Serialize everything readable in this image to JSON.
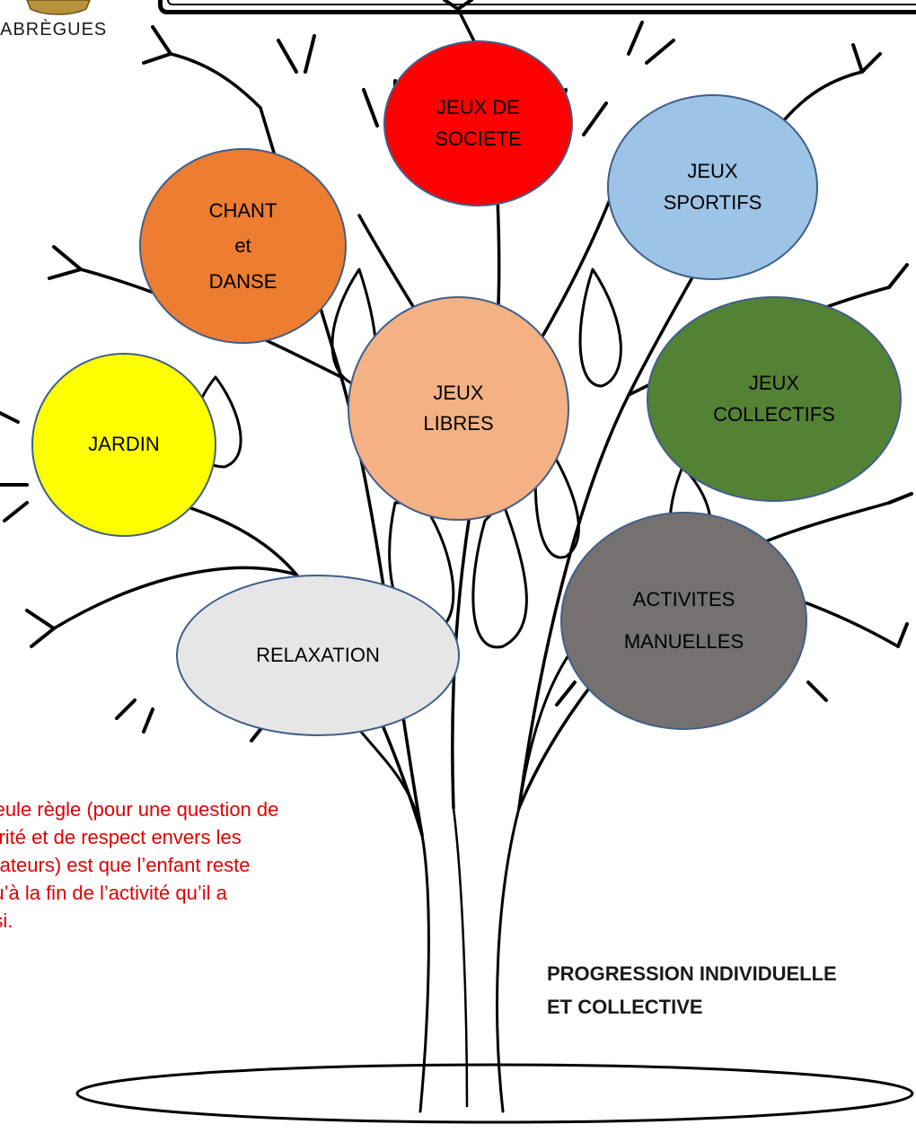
{
  "logo": {
    "text": "FABRÈGUES",
    "color": "#8a6a2a"
  },
  "activities": [
    {
      "id": "jeux-de-societe",
      "lines": [
        "JEUX DE",
        "SOCIETE"
      ],
      "color": "#ff0000"
    },
    {
      "id": "jeux-sportifs",
      "lines": [
        "JEUX",
        "SPORTIFS"
      ],
      "color": "#9dc3e6"
    },
    {
      "id": "chant-et-danse",
      "lines": [
        "CHANT",
        "et",
        "DANSE"
      ],
      "color": "#ed7d31"
    },
    {
      "id": "jeux-libres",
      "lines": [
        "JEUX",
        "LIBRES"
      ],
      "color": "#f4b183"
    },
    {
      "id": "jeux-collectifs",
      "lines": [
        "JEUX",
        "COLLECTIFS"
      ],
      "color": "#548235"
    },
    {
      "id": "jardin",
      "lines": [
        "JARDIN"
      ],
      "color": "#ffff00"
    },
    {
      "id": "activites-manuelles",
      "lines": [
        "ACTIVITES",
        "MANUELLES"
      ],
      "color": "#767171"
    },
    {
      "id": "relaxation",
      "lines": [
        "RELAXATION"
      ],
      "color": "#e7e6e6"
    }
  ],
  "rule": {
    "lines": [
      "La seule règle (pour une question de",
      "sécurité et de respect envers les",
      "animateurs) est que l’enfant reste",
      "jusqu’à la fin de l’activité  qu’il a",
      "choisi."
    ],
    "color": "#e00000"
  },
  "progression": {
    "lines": [
      "PROGRESSION INDIVIDUELLE",
      "ET COLLECTIVE"
    ]
  }
}
